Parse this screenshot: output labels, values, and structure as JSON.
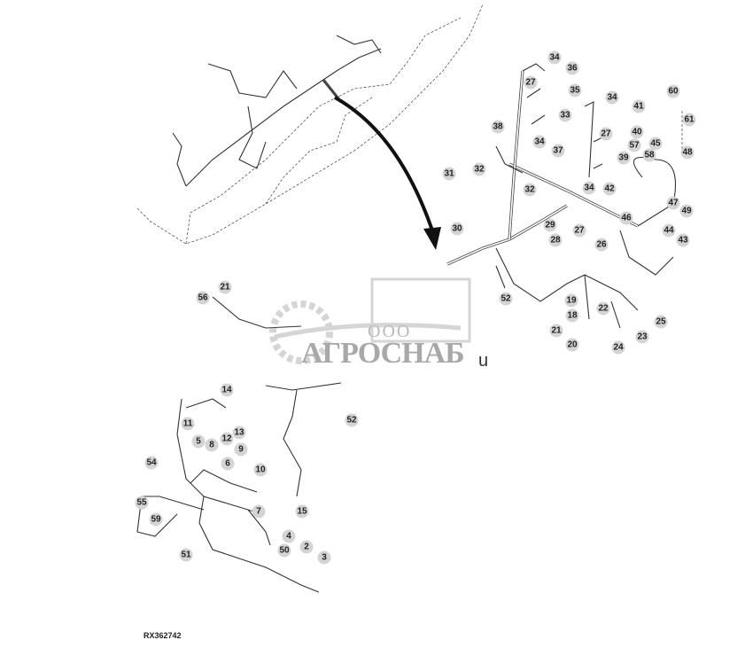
{
  "figure_id": "RX362742",
  "watermark": {
    "prefix": "ООО",
    "name": "АГРОСНАБ",
    "suffix": "u"
  },
  "callouts": [
    "34",
    "36",
    "27",
    "35",
    "33",
    "34",
    "38",
    "37",
    "34",
    "41",
    "27",
    "40",
    "57",
    "39",
    "45",
    "58",
    "60",
    "61",
    "48",
    "31",
    "32",
    "32",
    "42",
    "34",
    "46",
    "47",
    "49",
    "30",
    "29",
    "28",
    "27",
    "26",
    "44",
    "43",
    "52",
    "19",
    "22",
    "18",
    "25",
    "21",
    "23",
    "20",
    "24",
    "56",
    "21",
    "14",
    "11",
    "13",
    "12",
    "52",
    "5",
    "8",
    "9",
    "6",
    "10",
    "54",
    "55",
    "59",
    "7",
    "15",
    "4",
    "50",
    "2",
    "3",
    "51"
  ],
  "colors": {
    "callout_fill": "#d4d4d4",
    "line": "#333333",
    "watermark": "#a8a8a8"
  }
}
